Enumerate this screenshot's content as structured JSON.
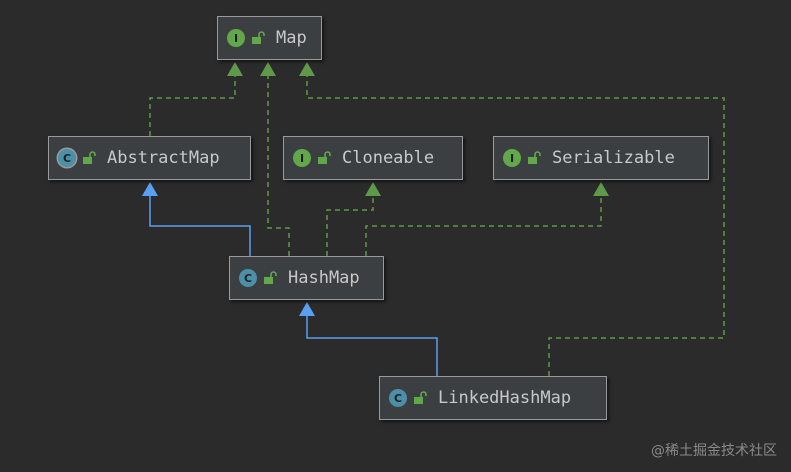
{
  "colors": {
    "background": "#2b2b2b",
    "implements_edge": "#5f9a4a",
    "extends_edge": "#5aa0f0"
  },
  "nodes": {
    "map": {
      "label": "Map",
      "kind": "interface",
      "badge": "I",
      "icon": "interface-icon"
    },
    "abstract_map": {
      "label": "AbstractMap",
      "kind": "abstract-class",
      "badge": "C",
      "icon": "abstract-class-icon"
    },
    "cloneable": {
      "label": "Cloneable",
      "kind": "interface",
      "badge": "I",
      "icon": "interface-icon"
    },
    "serializable": {
      "label": "Serializable",
      "kind": "interface",
      "badge": "I",
      "icon": "interface-icon"
    },
    "hash_map": {
      "label": "HashMap",
      "kind": "class",
      "badge": "C",
      "icon": "class-icon"
    },
    "linked_hash_map": {
      "label": "LinkedHashMap",
      "kind": "class",
      "badge": "C",
      "icon": "class-icon"
    }
  },
  "edges": [
    {
      "from": "AbstractMap",
      "to": "Map",
      "type": "implements"
    },
    {
      "from": "HashMap",
      "to": "Map",
      "type": "implements"
    },
    {
      "from": "LinkedHashMap",
      "to": "Map",
      "type": "implements"
    },
    {
      "from": "HashMap",
      "to": "Cloneable",
      "type": "implements"
    },
    {
      "from": "HashMap",
      "to": "Serializable",
      "type": "implements"
    },
    {
      "from": "HashMap",
      "to": "AbstractMap",
      "type": "extends"
    },
    {
      "from": "LinkedHashMap",
      "to": "HashMap",
      "type": "extends"
    }
  ],
  "watermark": "@稀土掘金技术社区"
}
